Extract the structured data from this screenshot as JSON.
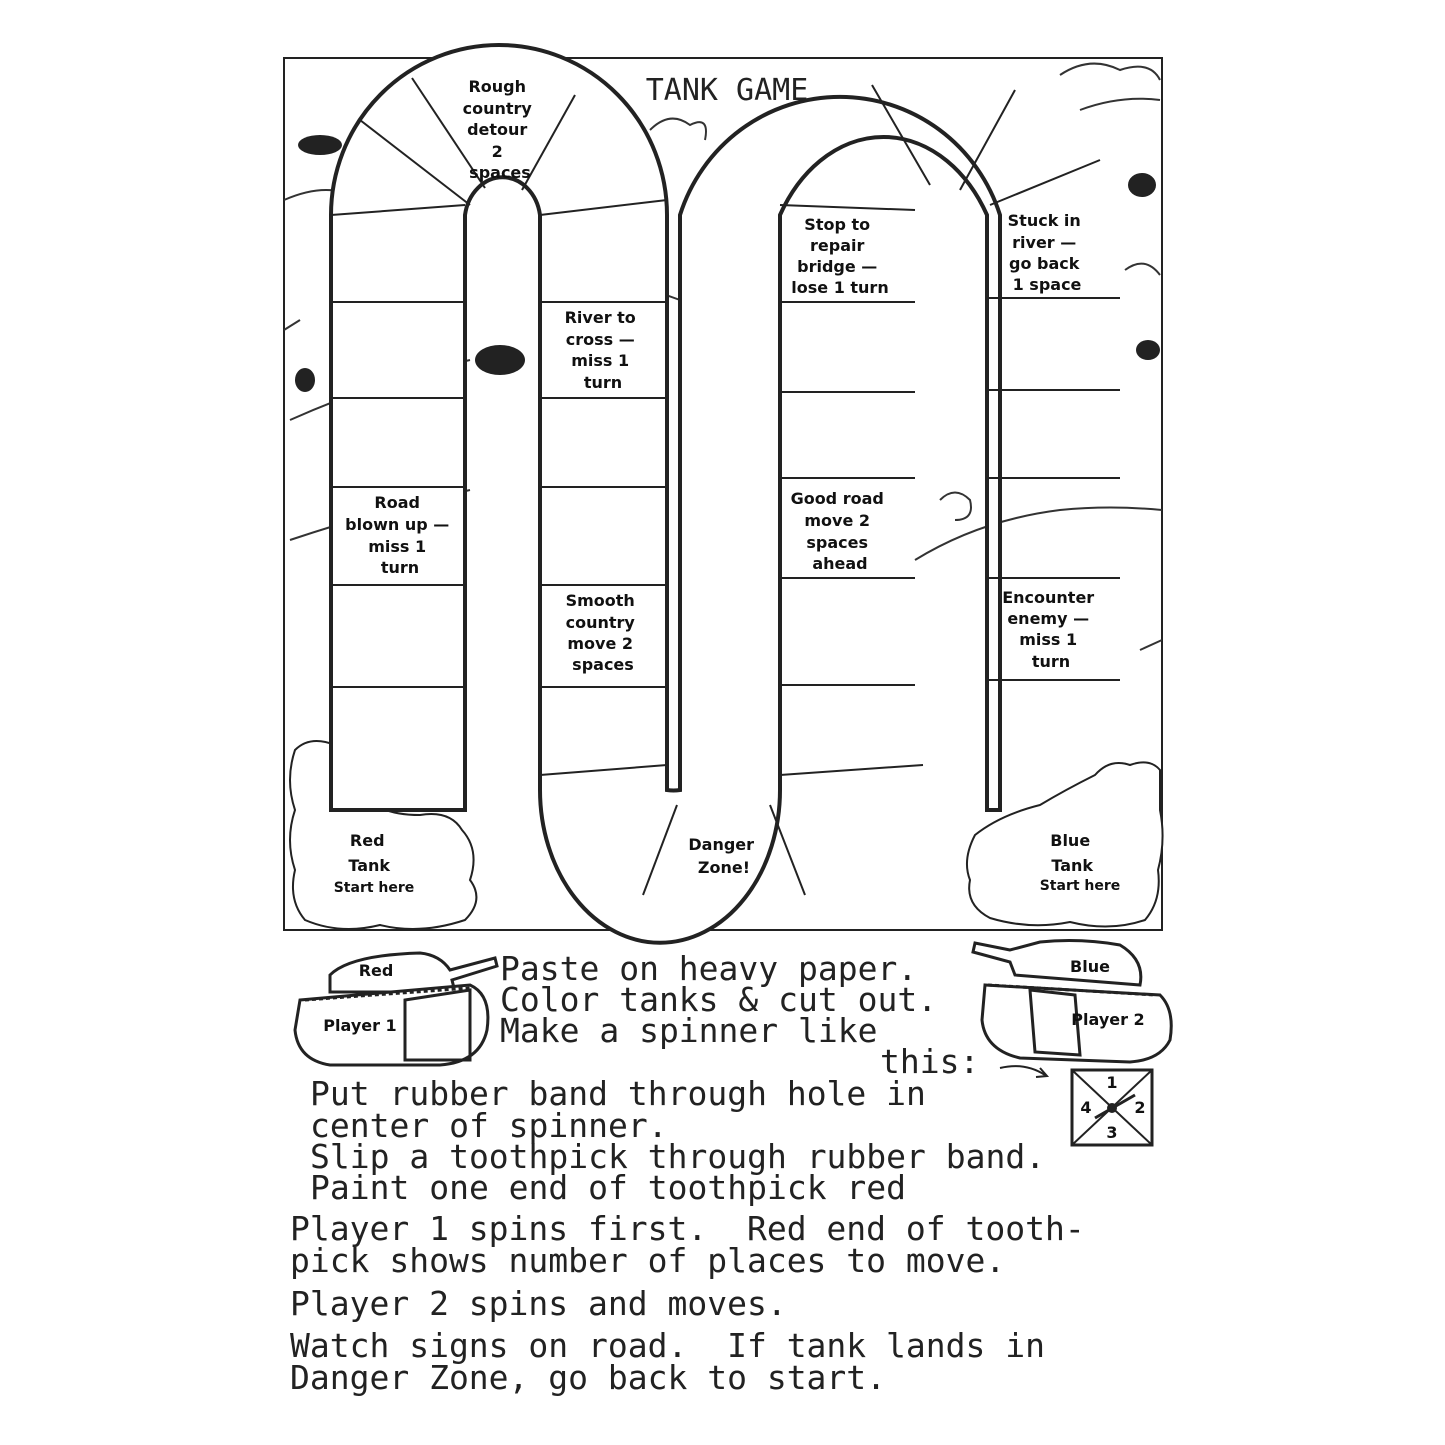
{
  "title": "TANK GAME",
  "squares": {
    "rough": [
      "Rough",
      "country",
      "detour",
      "2",
      "spaces"
    ],
    "road": [
      "Road",
      "blown up —",
      "miss 1",
      "turn"
    ],
    "river": [
      "River to",
      "cross —",
      "miss 1",
      "turn"
    ],
    "smooth": [
      "Smooth",
      "country",
      "move 2",
      "spaces"
    ],
    "danger": [
      "Danger",
      "Zone!"
    ],
    "bridge": [
      "Stop to",
      "repair",
      "bridge —",
      "lose 1 turn"
    ],
    "good": [
      "Good road",
      "move 2",
      "spaces",
      "ahead"
    ],
    "stuck": [
      "Stuck in",
      "river —",
      "go back",
      "1 space"
    ],
    "enemy": [
      "Encounter",
      "enemy —",
      "miss 1",
      "turn"
    ]
  },
  "start_red": [
    "Red",
    "Tank",
    "Start here"
  ],
  "start_blue": [
    "Blue",
    "Tank",
    "Start here"
  ],
  "tank_red": {
    "label": "Red",
    "player": "Player 1"
  },
  "tank_blue": {
    "label": "Blue",
    "player": "Player 2"
  },
  "spinner": [
    "1",
    "2",
    "3",
    "4"
  ],
  "instructions": {
    "l1": "Paste on heavy paper.",
    "l2": "Color tanks & cut out.",
    "l3": "Make a spinner like",
    "l4": "this:",
    "l5": "Put rubber band through hole in",
    "l6": "center of spinner.",
    "l7": "Slip a toothpick through rubber band.",
    "l8": "Paint one end of toothpick red",
    "l9": "Player 1 spins first.  Red end of tooth-",
    "l10": "pick shows number of places to move.",
    "l11": "Player 2 spins and moves.",
    "l12": "Watch signs on road.  If tank lands in",
    "l13": "Danger Zone, go back to start."
  }
}
